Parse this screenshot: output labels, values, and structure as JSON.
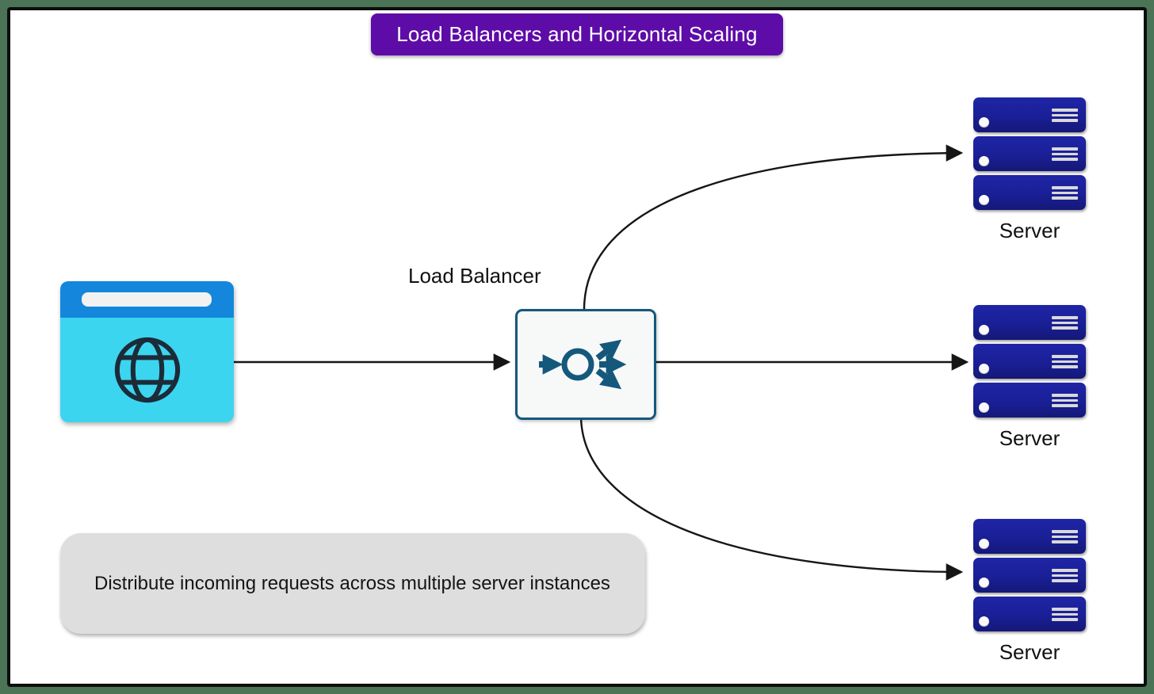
{
  "title": {
    "label": "Load Balancers and Horizontal Scaling"
  },
  "client": {
    "icon": "browser-globe-icon"
  },
  "load_balancer": {
    "label": "Load Balancer",
    "icon": "load-balancer-icon"
  },
  "server_groups": [
    {
      "label": "Server",
      "units": 3
    },
    {
      "label": "Server",
      "units": 3
    },
    {
      "label": "Server",
      "units": 3
    }
  ],
  "note": {
    "text": "Distribute incoming requests across multiple server instances"
  },
  "colors": {
    "frame_green": "#4B7355",
    "frame_border_black": "#0d0d0d",
    "title_bg": "#5E0CA8",
    "title_text": "#FFFFFF",
    "server_navy": "#1A1F96",
    "lb_teal": "#14587C",
    "browser_header_blue": "#1487DC",
    "browser_body_cyan": "#3BD5F0",
    "globe_stroke": "#1C2B38",
    "note_bg": "#DEDEDE",
    "connector_black": "#161616"
  }
}
